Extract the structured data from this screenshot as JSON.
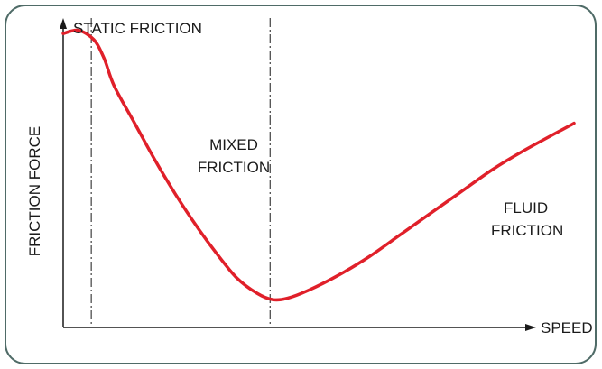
{
  "colors": {
    "frame": "#4f6b67",
    "axis": "#1a1a1a",
    "curve": "#e0202a",
    "text": "#1a1a1a"
  },
  "chart_data": {
    "type": "line",
    "xlabel": "SPEED",
    "ylabel": "FRICTION FORCE",
    "regions": {
      "static": "STATIC FRICTION",
      "mixed_line1": "MIXED",
      "mixed_line2": "FRICTION",
      "fluid_line1": "FLUID",
      "fluid_line2": "FRICTION"
    },
    "xlim": [
      0,
      100
    ],
    "ylim": [
      0,
      100
    ],
    "divider_x": [
      5.5,
      40.5
    ],
    "series": [
      {
        "x": [
          0,
          3,
          6,
          8,
          10,
          14,
          18,
          22,
          26,
          30,
          34,
          38,
          41,
          44,
          48,
          54,
          60,
          66,
          72,
          78,
          84,
          90,
          100
        ],
        "y": [
          95,
          96,
          93,
          87,
          78,
          66,
          54,
          43,
          33,
          24,
          16,
          11,
          9,
          9.5,
          12,
          17,
          23,
          30,
          37,
          44,
          51,
          57,
          66
        ]
      }
    ]
  }
}
